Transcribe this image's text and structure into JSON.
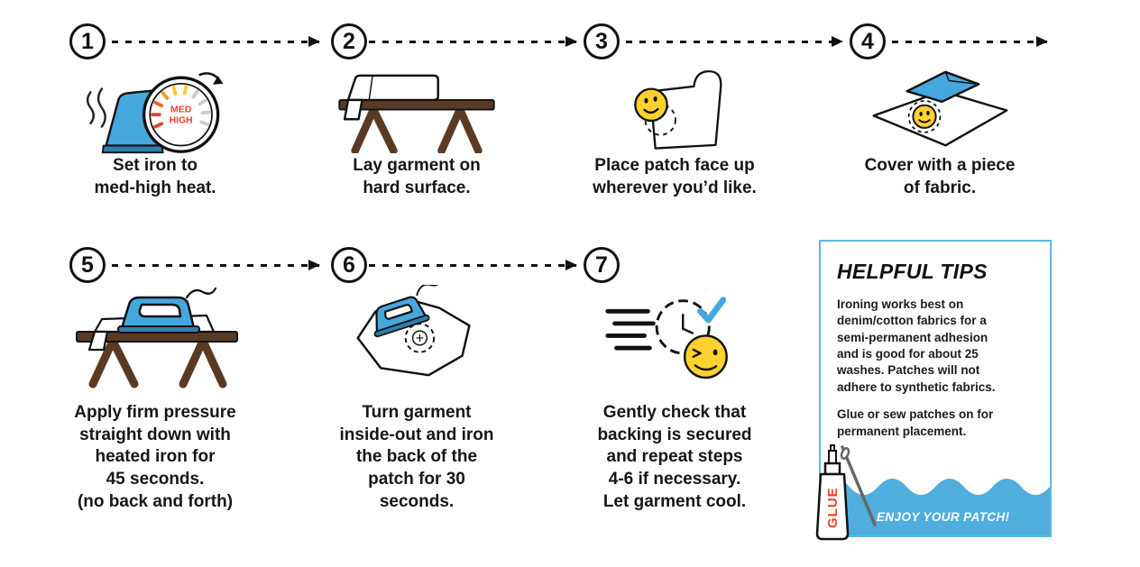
{
  "colors": {
    "accent_blue": "#45A8DC",
    "iron_base_blue": "#2E7FB0",
    "smiley_yellow": "#FFD12E",
    "wood_brown": "#5B3A24",
    "dial_red": "#E8412C",
    "tips_border_blue": "#5FB9E6",
    "wave_blue": "#4FAEDD"
  },
  "dial": {
    "line1": "MED",
    "line2": "HIGH"
  },
  "steps": [
    {
      "number": "1",
      "caption": "Set iron to\nmed-high heat."
    },
    {
      "number": "2",
      "caption": "Lay garment on\nhard surface."
    },
    {
      "number": "3",
      "caption": "Place patch face up\nwherever you’d like."
    },
    {
      "number": "4",
      "caption": "Cover with a piece\nof fabric."
    },
    {
      "number": "5",
      "caption": "Apply firm pressure\nstraight down with\nheated iron for\n45 seconds.\n(no back and forth)"
    },
    {
      "number": "6",
      "caption": "Turn garment\ninside-out and iron\nthe back of the\npatch for 30\nseconds."
    },
    {
      "number": "7",
      "caption": "Gently check that\nbacking is secured\nand repeat steps\n4-6 if necessary.\nLet garment cool."
    }
  ],
  "tips": {
    "title": "HELPFUL TIPS",
    "body1": "Ironing works best on\ndenim/cotton fabrics for a\nsemi-permanent adhesion\nand is good for about 25\nwashes. Patches will not\nadhere to synthetic fabrics.",
    "body2": "Glue or sew patches on for\npermanent placement.",
    "glue_label": "GLUE",
    "footer": "ENJOY YOUR PATCH!"
  }
}
